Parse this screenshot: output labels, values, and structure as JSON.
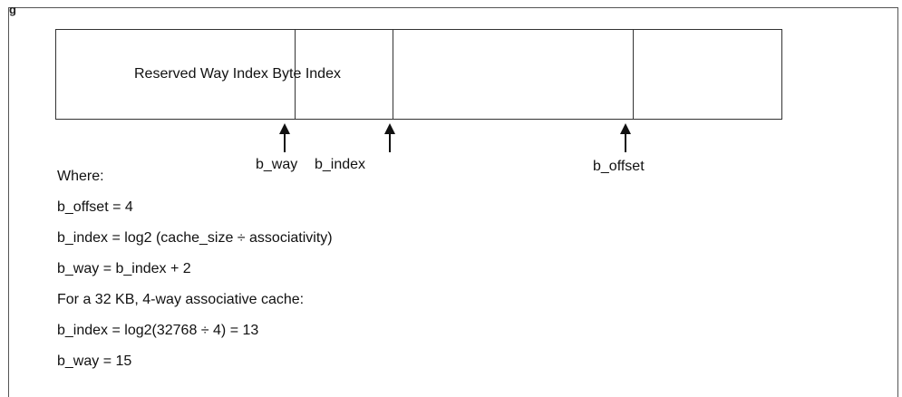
{
  "header": {
    "corner_label": "g"
  },
  "register": {
    "field_text": "Reserved Way Index Byte Index"
  },
  "pointers": {
    "way": "b_way",
    "index": "b_index",
    "offset": "b_offset"
  },
  "formulas": {
    "where": "Where:",
    "offset_def": "b_offset = 4",
    "index_def": "b_index = log2 (cache_size ÷ associativity)",
    "way_def": "b_way = b_index + 2",
    "example_intro": "For a 32 KB, 4-way associative cache:",
    "example_index": "b_index = log2(32768 ÷ 4) = 13",
    "example_way": "b_way = 15"
  }
}
